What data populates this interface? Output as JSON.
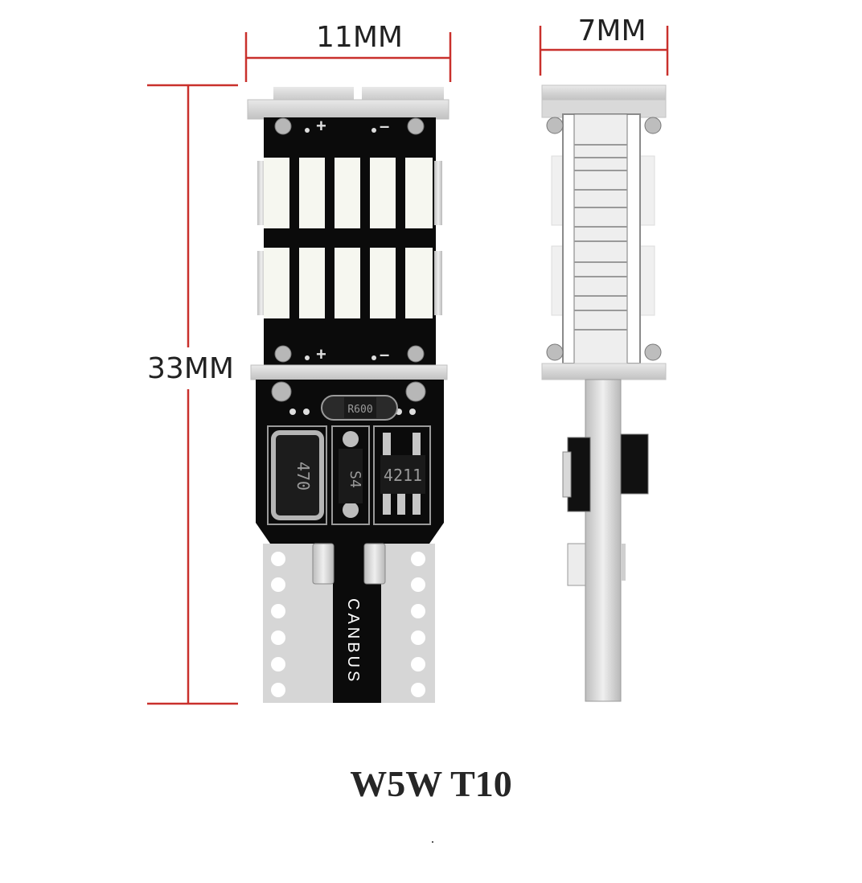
{
  "dimensions": {
    "width_label": "11MM",
    "depth_label": "7MM",
    "height_label": "33MM"
  },
  "board": {
    "plus_label": "+",
    "minus_label": "–",
    "resistor_code": "R600",
    "inductor_code": "470",
    "diode_code": "S4",
    "ic_code": "4211",
    "canbus_label": "CANBUS"
  },
  "product": {
    "title": "W5W T10"
  },
  "colors": {
    "dimension_line": "#c9302c",
    "pcb": "#0b0b0b",
    "led": "#f6f7f0",
    "metal": "#d0d0d0"
  }
}
